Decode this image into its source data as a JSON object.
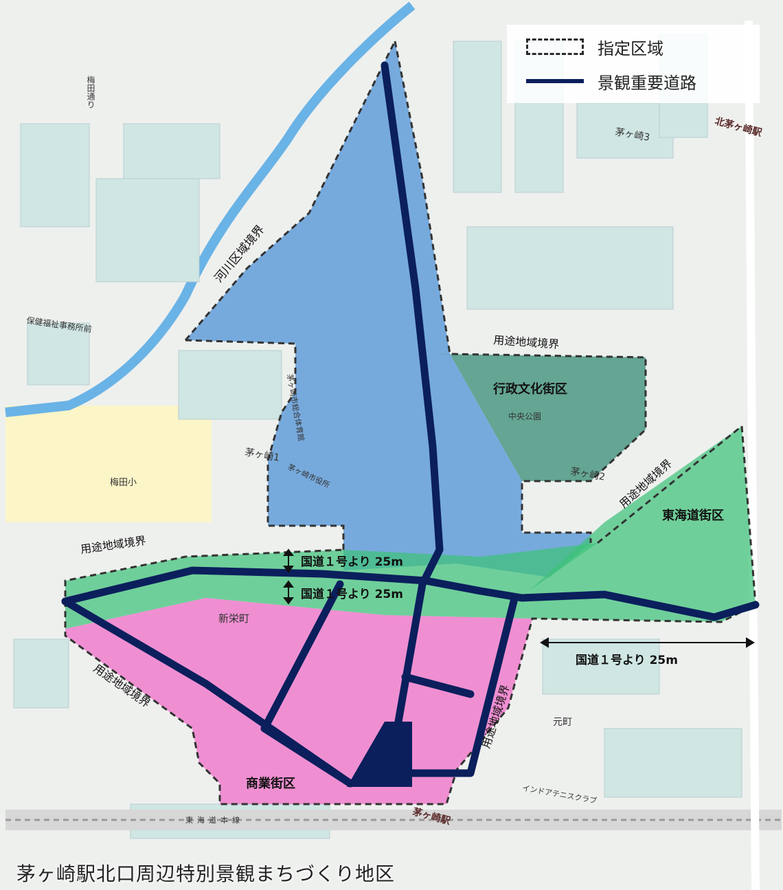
{
  "title": "茅ヶ崎駅北口周辺特別景観まちづくり地区",
  "legend": {
    "designated_area": "指定区域",
    "scenic_road": "景観重要道路"
  },
  "districts": {
    "administrative": "行政文化街区",
    "tokaido": "東海道街区",
    "commercial": "商業街区"
  },
  "boundaries": {
    "river": "河川区域境界",
    "land_use": "用途地域境界"
  },
  "distance_labels": {
    "upper": "国道１号より 25m",
    "lower": "国道１号より 25m",
    "right": "国道１号より 25m"
  },
  "base_labels": {
    "kita_chigasaki_station": "北茅ヶ崎駅",
    "chigasaki_station": "茅ヶ崎駅",
    "chigasaki_3": "茅ヶ崎3",
    "chigasaki_2": "茅ヶ崎2",
    "chigasaki_1": "茅ヶ崎1",
    "shineicho": "新栄町",
    "motomachi": "元町",
    "umeda_sho": "梅田小",
    "umeda_dori": "梅田通り",
    "hoken_fukushi": "保健福祉事務所前",
    "gym": "茅ヶ崎市総合体育館",
    "city_hall": "茅ヶ崎市役所",
    "central_park": "中央公園",
    "tokaido_line": "東海道本線",
    "tennis": "インドアテニスクラブ"
  },
  "colors": {
    "blue_zone": "#4a8fd6",
    "green_zone": "#3ec27a",
    "pink_zone": "#f06ac8",
    "road": "#0b1f5c",
    "boundary": "#333333"
  }
}
